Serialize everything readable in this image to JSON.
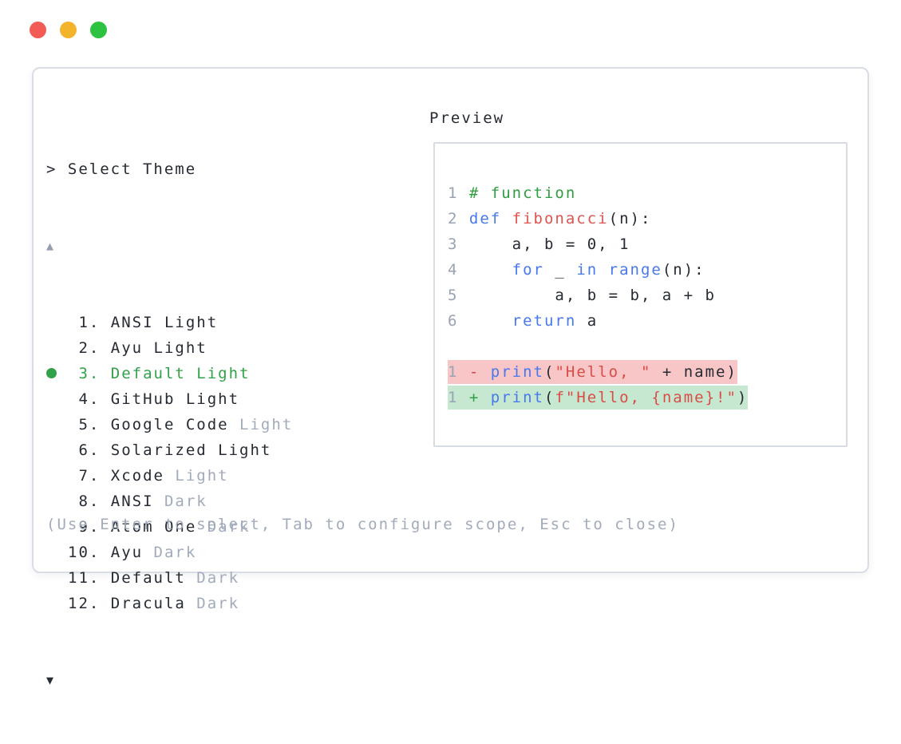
{
  "window": {
    "traffic_lights": [
      {
        "name": "close",
        "color": "#f25c54"
      },
      {
        "name": "minimize",
        "color": "#f3b32b"
      },
      {
        "name": "zoom",
        "color": "#2dc240"
      }
    ]
  },
  "theme_picker": {
    "prompt": "> Select Theme",
    "scroll_up_indicator": "▲",
    "scroll_down_indicator": "▼",
    "items": [
      {
        "number": " 1",
        "name": "ANSI Light",
        "muted_suffix": "",
        "selected": false
      },
      {
        "number": " 2",
        "name": "Ayu Light",
        "muted_suffix": "",
        "selected": false
      },
      {
        "number": " 3",
        "name": "Default Light",
        "muted_suffix": "",
        "selected": true
      },
      {
        "number": " 4",
        "name": "GitHub Light",
        "muted_suffix": "",
        "selected": false
      },
      {
        "number": " 5",
        "name": "Google Code",
        "muted_suffix": "Light",
        "selected": false
      },
      {
        "number": " 6",
        "name": "Solarized Light",
        "muted_suffix": "",
        "selected": false
      },
      {
        "number": " 7",
        "name": "Xcode",
        "muted_suffix": "Light",
        "selected": false
      },
      {
        "number": " 8",
        "name": "ANSI",
        "muted_suffix": "Dark",
        "selected": false
      },
      {
        "number": " 9",
        "name": "Atom One",
        "muted_suffix": "Dark",
        "selected": false
      },
      {
        "number": "10",
        "name": "Ayu",
        "muted_suffix": "Dark",
        "selected": false
      },
      {
        "number": "11",
        "name": "Default",
        "muted_suffix": "Dark",
        "selected": false
      },
      {
        "number": "12",
        "name": "Dracula",
        "muted_suffix": "Dark",
        "selected": false
      }
    ],
    "footer_hint": "(Use Enter to select, Tab to configure scope, Esc to close)"
  },
  "preview": {
    "label": "Preview",
    "code_lines": [
      {
        "tokens": [
          [
            "ln",
            "1 "
          ],
          [
            "cmt",
            "# function"
          ]
        ]
      },
      {
        "tokens": [
          [
            "ln",
            "2 "
          ],
          [
            "kw",
            "def"
          ],
          [
            "pl",
            " "
          ],
          [
            "fn",
            "fibonacci"
          ],
          [
            "pl",
            "(n):"
          ]
        ]
      },
      {
        "tokens": [
          [
            "ln",
            "3 "
          ],
          [
            "pl",
            "    a, b = 0, 1"
          ]
        ]
      },
      {
        "tokens": [
          [
            "ln",
            "4 "
          ],
          [
            "pl",
            "    "
          ],
          [
            "kw",
            "for"
          ],
          [
            "pl",
            " _ "
          ],
          [
            "kw",
            "in"
          ],
          [
            "pl",
            " "
          ],
          [
            "kw",
            "range"
          ],
          [
            "pl",
            "(n):"
          ]
        ]
      },
      {
        "tokens": [
          [
            "ln",
            "5 "
          ],
          [
            "pl",
            "        a, b = b, a + b"
          ]
        ]
      },
      {
        "tokens": [
          [
            "ln",
            "6 "
          ],
          [
            "pl",
            "    "
          ],
          [
            "kw",
            "return"
          ],
          [
            "pl",
            " a"
          ]
        ]
      },
      {
        "tokens": []
      },
      {
        "diff": "del",
        "tokens": [
          [
            "ln",
            "1 "
          ],
          [
            "delm",
            "- "
          ],
          [
            "kw",
            "print"
          ],
          [
            "pl",
            "("
          ],
          [
            "str",
            "\"Hello, \""
          ],
          [
            "pl",
            " + name)"
          ]
        ]
      },
      {
        "diff": "add",
        "tokens": [
          [
            "ln",
            "1 "
          ],
          [
            "addm",
            "+ "
          ],
          [
            "kw",
            "print"
          ],
          [
            "pl",
            "("
          ],
          [
            "str",
            "f\"Hello, {name}!\""
          ],
          [
            "pl",
            ")"
          ]
        ]
      }
    ]
  },
  "colors": {
    "ink": "#262b33",
    "muted": "#a2abbb",
    "accent_green": "#32a24a",
    "panel_border": "#d9dde6",
    "box_border": "#d7dbe3",
    "linenum": "#99a2b2",
    "keyword_blue": "#4678ee",
    "function_red": "#e0534f",
    "string_red": "#d94c47",
    "comment_green": "#2f9e40",
    "diff_del_text": "#d14141",
    "diff_add_text": "#2f9e44",
    "diff_del_bg": "#f8c6c6",
    "diff_add_bg": "#c6e8d1",
    "arrow_up": "#949eb0"
  }
}
